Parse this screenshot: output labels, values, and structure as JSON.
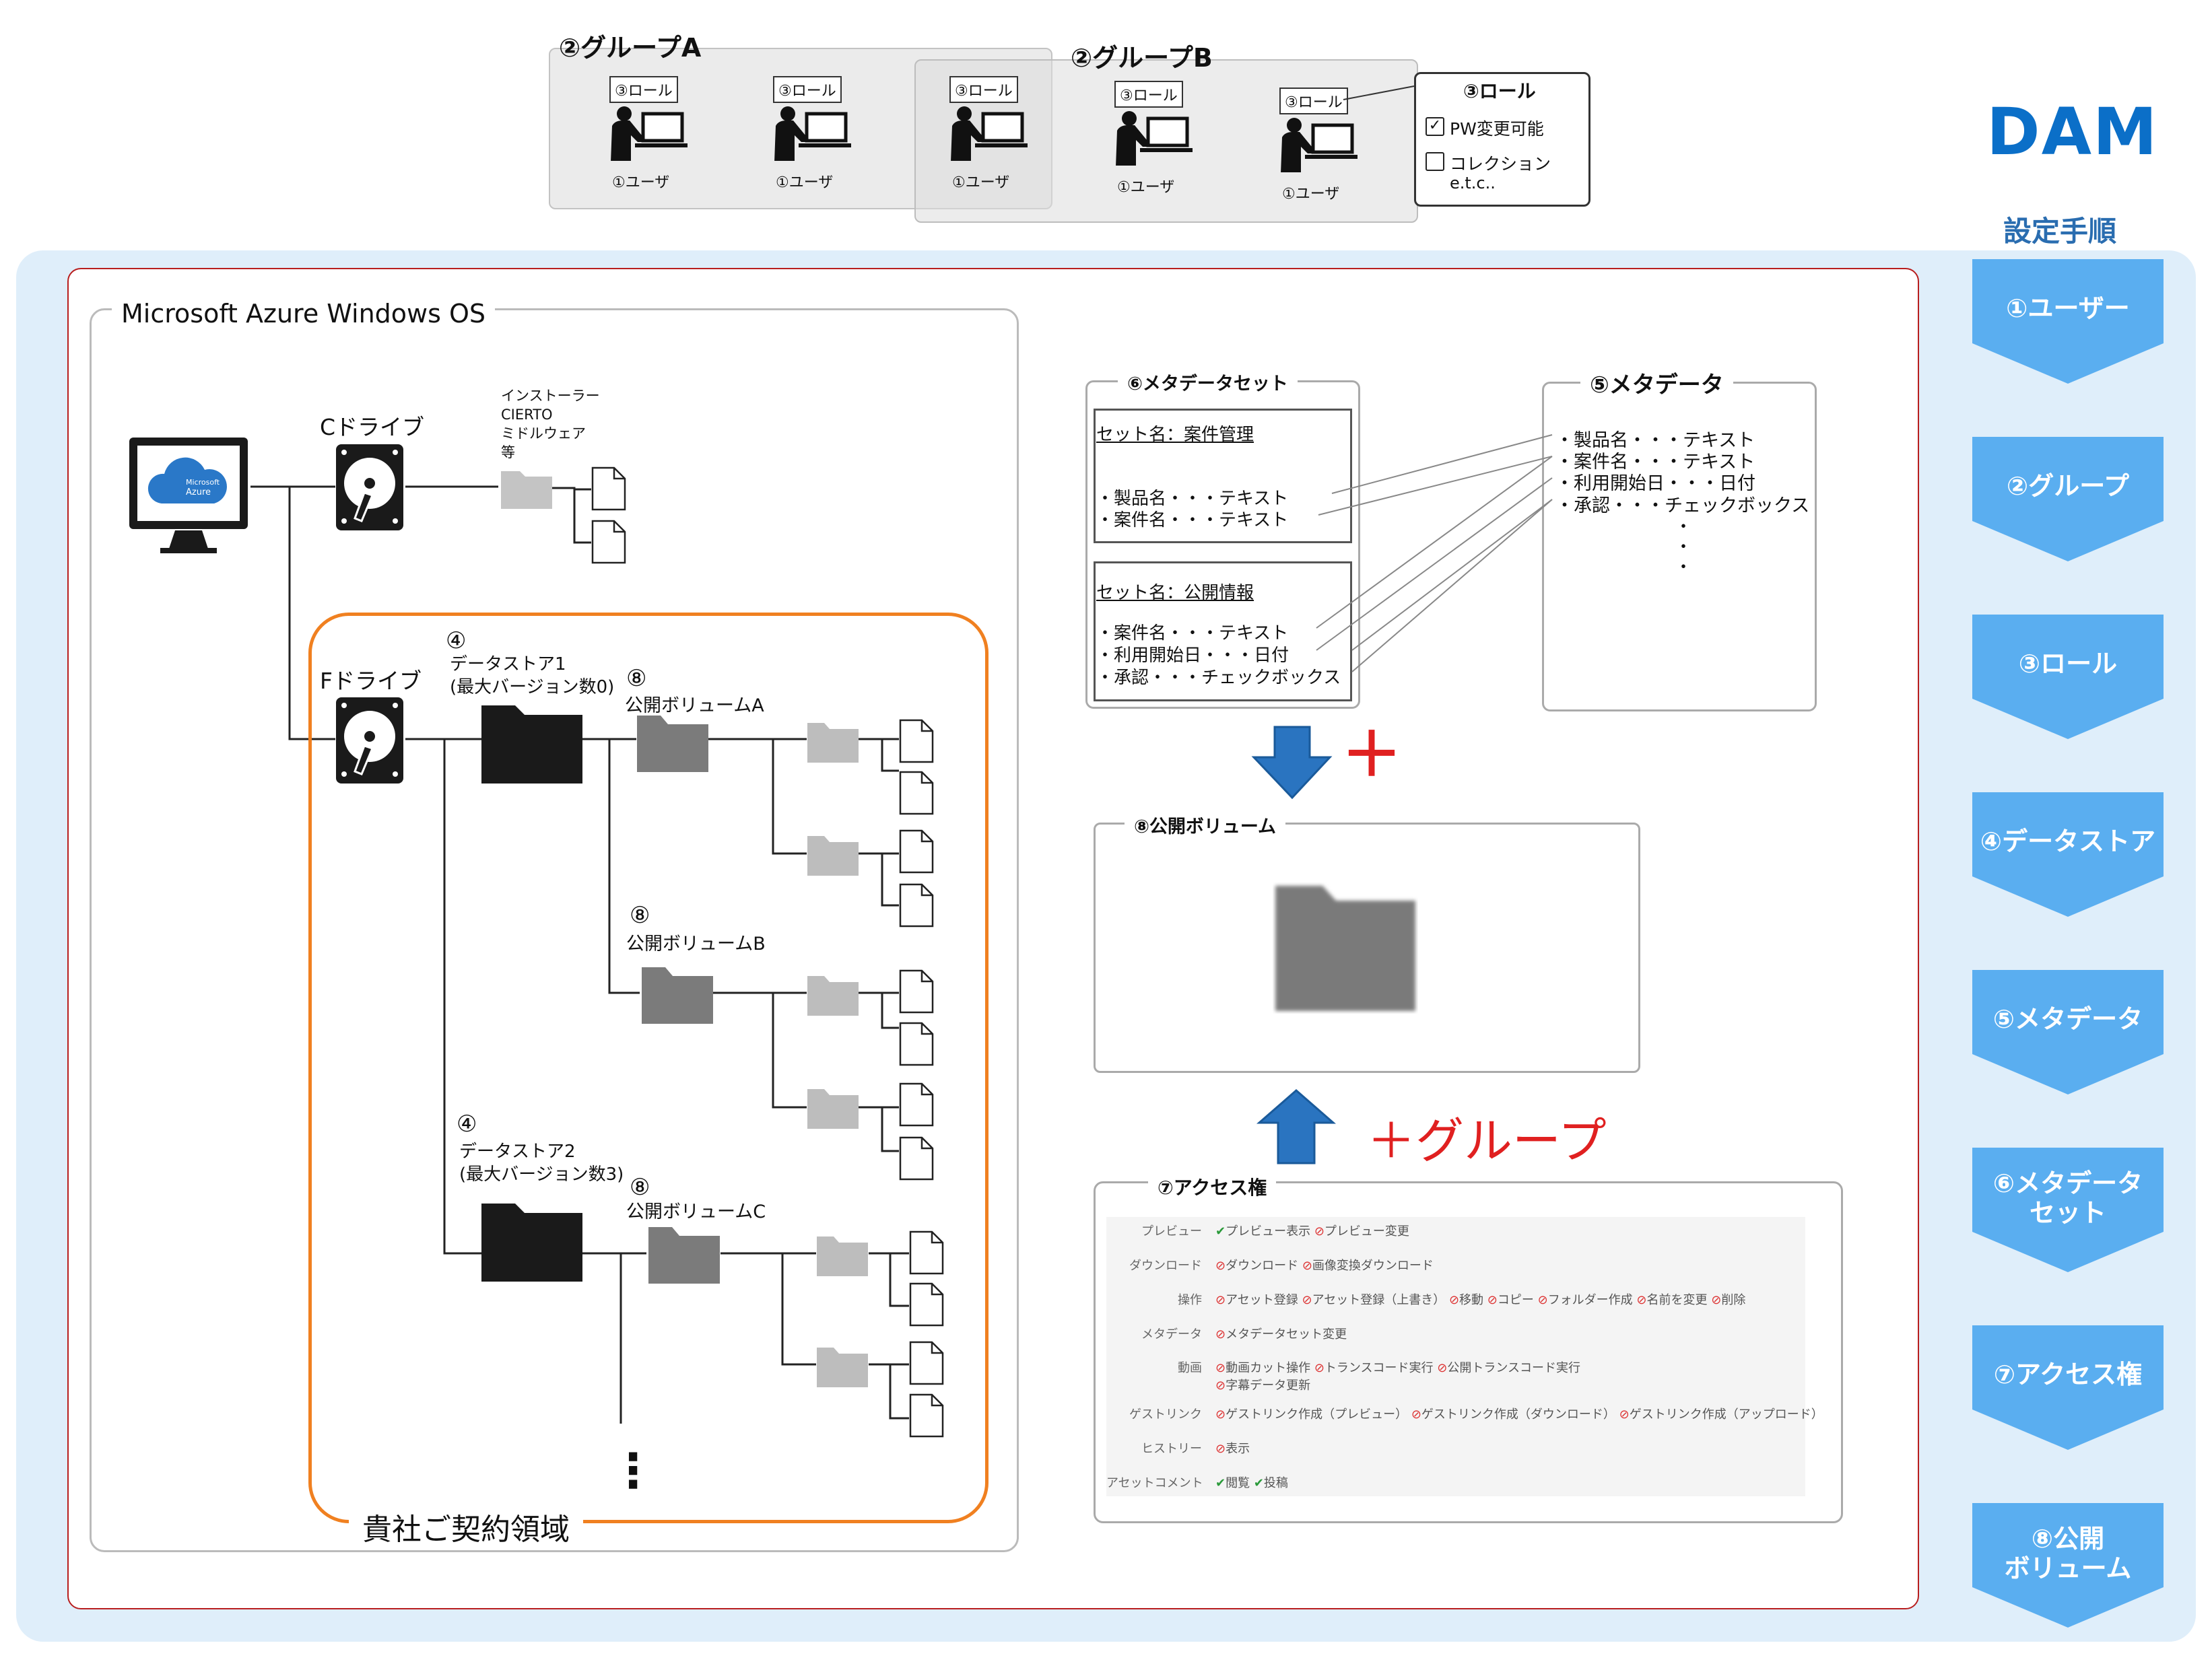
{
  "groups": {
    "group_a": "②グループA",
    "group_b": "②グループB",
    "role_label": "③ロール",
    "user_label": "①ユーザ",
    "role_popup": {
      "title": "③ロール",
      "items": [
        "PW変更可能",
        "コレクション"
      ],
      "etc": "e.t.c.."
    }
  },
  "brand": {
    "title": "DAM",
    "subtitle": "設定手順",
    "color": "#0b6fc8"
  },
  "steps": [
    "①ユーザー",
    "②グループ",
    "③ロール",
    "④データストア",
    "⑤メタデータ",
    "⑥メタデータ|セット",
    "⑦アクセス権",
    "⑧公開|ボリューム"
  ],
  "azure": {
    "title": "Microsoft Azure Windows OS",
    "monitor_brand": [
      "Microsoft",
      "Azure"
    ],
    "c_drive": "Cドライブ",
    "f_drive": "Fドライブ",
    "installer_lines": [
      "インストーラー",
      "CIERTO",
      "ミドルウェア",
      "等"
    ],
    "contract_area": "貴社ご契約領域",
    "ds_num": "④",
    "vol_num": "⑧",
    "datastore1": [
      "データストア1",
      "(最大バージョン数0)"
    ],
    "datastore2": [
      "データストア2",
      "(最大バージョン数3)"
    ],
    "vol_a": "公開ボリュームA",
    "vol_b": "公開ボリュームB",
    "vol_c": "公開ボリュームC",
    "ellipsis": "⋮"
  },
  "metadata_set": {
    "title": "⑥メタデータセット",
    "set1": {
      "name": "セット名：案件管理",
      "items": [
        "・製品名・・・テキスト",
        "・案件名・・・テキスト"
      ]
    },
    "set2": {
      "name": "セット名：公開情報",
      "items": [
        "・案件名・・・テキスト",
        "・利用開始日・・・日付",
        "・承認・・・チェックボックス"
      ]
    }
  },
  "metadata": {
    "title": "⑤メタデータ",
    "items": [
      "・製品名・・・テキスト",
      "・案件名・・・テキスト",
      "・利用開始日・・・日付",
      "・承認・・・チェックボックス"
    ],
    "dots": [
      "・",
      "・",
      "・"
    ]
  },
  "plus": {
    "sign": "＋",
    "group_text": "＋グループ",
    "color": "#e02020"
  },
  "public_volume": {
    "title": "⑧公開ボリューム"
  },
  "access": {
    "title": "⑦アクセス権",
    "rows": [
      {
        "key": "プレビュー",
        "vals": [
          [
            "ok",
            "プレビュー表示"
          ],
          [
            "ng",
            "プレビュー変更"
          ]
        ]
      },
      {
        "key": "ダウンロード",
        "vals": [
          [
            "ng",
            "ダウンロード"
          ],
          [
            "ng",
            "画像変換ダウンロード"
          ]
        ]
      },
      {
        "key": "操作",
        "vals": [
          [
            "ng",
            "アセット登録"
          ],
          [
            "ng",
            "アセット登録（上書き）"
          ],
          [
            "ng",
            "移動"
          ],
          [
            "ng",
            "コピー"
          ],
          [
            "ng",
            "フォルダー作成"
          ],
          [
            "ng",
            "名前を変更"
          ],
          [
            "ng",
            "削除"
          ]
        ]
      },
      {
        "key": "メタデータ",
        "vals": [
          [
            "ng",
            "メタデータセット変更"
          ]
        ]
      },
      {
        "key": "動画",
        "vals": [
          [
            "ng",
            "動画カット操作"
          ],
          [
            "ng",
            "トランスコード実行"
          ],
          [
            "ng",
            "公開トランスコード実行"
          ]
        ],
        "vals2": [
          [
            "ng",
            "字幕データ更新"
          ]
        ]
      },
      {
        "key": "ゲストリンク",
        "vals": [
          [
            "ng",
            "ゲストリンク作成（プレビュー）"
          ],
          [
            "ng",
            "ゲストリンク作成（ダウンロード）"
          ],
          [
            "ng",
            "ゲストリンク作成（アップロード）"
          ]
        ]
      },
      {
        "key": "ヒストリー",
        "vals": [
          [
            "ng",
            "表示"
          ]
        ]
      },
      {
        "key": "アセットコメント",
        "vals": [
          [
            "ok",
            "閲覧"
          ],
          [
            "ok",
            "投稿"
          ]
        ]
      }
    ]
  }
}
